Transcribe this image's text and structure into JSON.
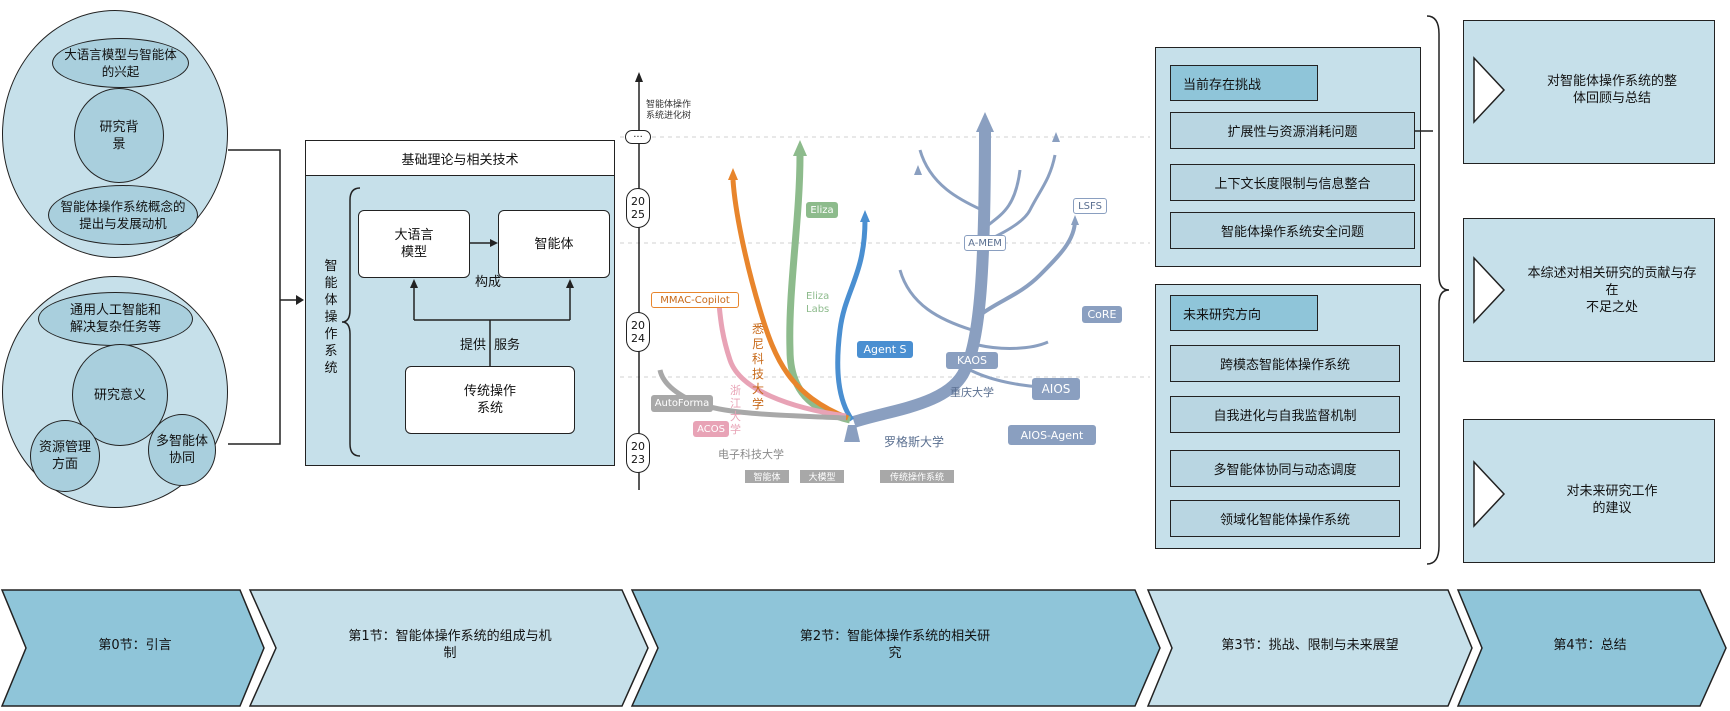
{
  "section0": {
    "upper_top": "大语言模型与智能体\n的兴起",
    "upper_center": "研究背\n景",
    "upper_bottom": "智能体操作系统概念的\n提出与发展动机",
    "lower_top": "通用人工智能和\n解决复杂任务等",
    "lower_center": "研究意义",
    "lower_left": "资源管理\n方面",
    "lower_right": "多智能体\n协同"
  },
  "section1": {
    "title": "基础理论与相关技术",
    "side_label": "智\n能\n体\n操\n作\n系\n统",
    "llm": "大语言\n模型",
    "agent": "智能体",
    "compose": "构成",
    "provide": "提供",
    "service": "服务",
    "os": "传统操作\n系统"
  },
  "tree": {
    "axis_title": "智能体操作\n系统进化树",
    "top_marker": "···",
    "years": [
      "20\n25",
      "20\n24",
      "20\n23"
    ],
    "tags": {
      "mmac": "MMAC-Copilot",
      "eliza": "Eliza",
      "eliza_labs": "Eliza\nLabs",
      "agent_s": "Agent S",
      "acos": "ACOS",
      "autoforma": "AutoForma",
      "amem": "A-MEM",
      "lsfs": "LSFS",
      "kaos": "KAOS",
      "core": "CoRE",
      "aios": "AIOS",
      "aios_agent": "AIOS-Agent"
    },
    "branches": {
      "sony": "悉\n尼\n科\n技\n大\n学",
      "zju": "浙\n江\n大\n学",
      "uestc": "电子科技大学",
      "rutgers": "罗格斯大学",
      "cqu": "重庆大学"
    },
    "roots": [
      "智能体",
      "大模型",
      "传统操作系统"
    ],
    "colors": {
      "orange": "#e8852c",
      "green": "#8dbb8c",
      "blue": "#4a8fd1",
      "pink": "#e8a3b6",
      "gray": "#a8a8a8",
      "slate": "#8a9fc0"
    }
  },
  "section3": {
    "challenges_header": "当前存在挑战",
    "challenges": [
      "扩展性与资源消耗问题",
      "上下文长度限制与信息整合",
      "智能体操作系统安全问题"
    ],
    "future_header": "未来研究方向",
    "future": [
      "跨模态智能体操作系统",
      "自我进化与自我监督机制",
      "多智能体协同与动态调度",
      "领域化智能体操作系统"
    ]
  },
  "section4": {
    "items": [
      "对智能体操作系统的整\n体回顾与总结",
      "本综述对相关研究的贡献与存\n在\n不足之处",
      "对未来研究工作\n的建议"
    ]
  },
  "chevrons": [
    {
      "label": "第0节：引言"
    },
    {
      "label": "第1节：智能体操作系统的组成与机\n制"
    },
    {
      "label": "第2节：智能体操作系统的相关研\n究"
    },
    {
      "label": "第3节：挑战、限制与未来展望"
    },
    {
      "label": "第4节：总结"
    }
  ]
}
